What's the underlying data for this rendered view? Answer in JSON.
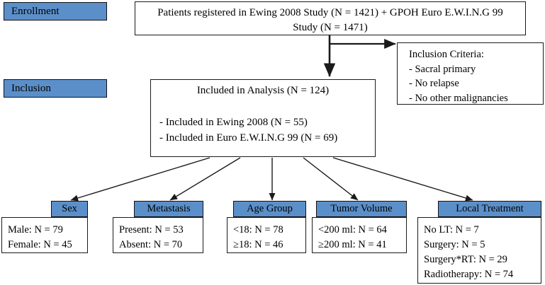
{
  "diagram": {
    "title_implicit": "Study enrollment and inclusion flowchart",
    "accent_color": "#5B8FC9",
    "line_color": "#1a1a1a"
  },
  "stages": [
    {
      "label": "Enrollment"
    },
    {
      "label": "Inclusion"
    }
  ],
  "enrollment_box": {
    "line1": "Patients registered in Ewing 2008 Study (N = 1421) + GPOH Euro E.W.I.N.G 99",
    "line2": "Study (N = 1471)"
  },
  "inclusion_criteria_box": {
    "heading": "Inclusion Criteria:",
    "items": [
      "- Sacral primary",
      "- No relapse",
      "- No other malignancies"
    ]
  },
  "analysis_box": {
    "title": "Included in Analysis (N = 124)",
    "lines": [
      "- Included in Ewing 2008 (N = 55)",
      "- Included in Euro E.W.I.N.G 99 (N = 69)"
    ]
  },
  "categories": [
    {
      "header": "Sex",
      "rows": [
        "Male: N = 79",
        "Female: N = 45"
      ]
    },
    {
      "header": "Metastasis",
      "rows": [
        "Present: N = 53",
        "Absent: N = 70"
      ]
    },
    {
      "header": "Age Group",
      "rows": [
        "<18: N = 78",
        "≥18: N = 46"
      ]
    },
    {
      "header": "Tumor Volume",
      "rows": [
        "<200 ml: N = 64",
        "≥200 ml: N = 41"
      ]
    },
    {
      "header": "Local Treatment",
      "rows": [
        "No LT: N = 7",
        "Surgery: N = 5",
        "Surgery*RT: N = 29",
        "Radiotherapy: N = 74"
      ]
    }
  ]
}
